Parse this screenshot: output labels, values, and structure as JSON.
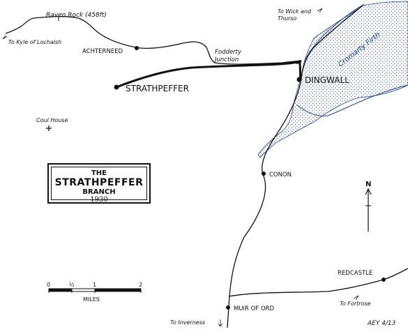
{
  "map": {
    "title": {
      "line1": "THE",
      "line2": "STRATHPEFFER",
      "line3": "BRANCH",
      "line4": "1930"
    },
    "places": {
      "raven_rock": "Raven Rock (458ft)",
      "to_kyle": "To Kyle of Lochalsh",
      "achterneed": "ACHTERNEED",
      "fodderty": "Fodderty",
      "junction": "Junction",
      "strathpeffer": "STRATHPEFFER",
      "dingwall": "DINGWALL",
      "to_wick_1": "To Wick and",
      "to_wick_2": "Thurso",
      "cromarty_firth": "Cromarty Firth",
      "coul_house": "Coul House",
      "conon": "CONON",
      "redcastle": "REDCASTLE",
      "to_fortrose": "To Fortrose",
      "muir_of_ord": "MUIR OF ORD",
      "to_inverness": "To Inverness"
    },
    "north_label": "N",
    "scale": {
      "ticks": [
        "0",
        "½",
        "1",
        "2"
      ],
      "unit": "MILES"
    },
    "credit": "AEY 4/13",
    "colors": {
      "ink": "#111111",
      "water": "#1a3fa0"
    }
  }
}
